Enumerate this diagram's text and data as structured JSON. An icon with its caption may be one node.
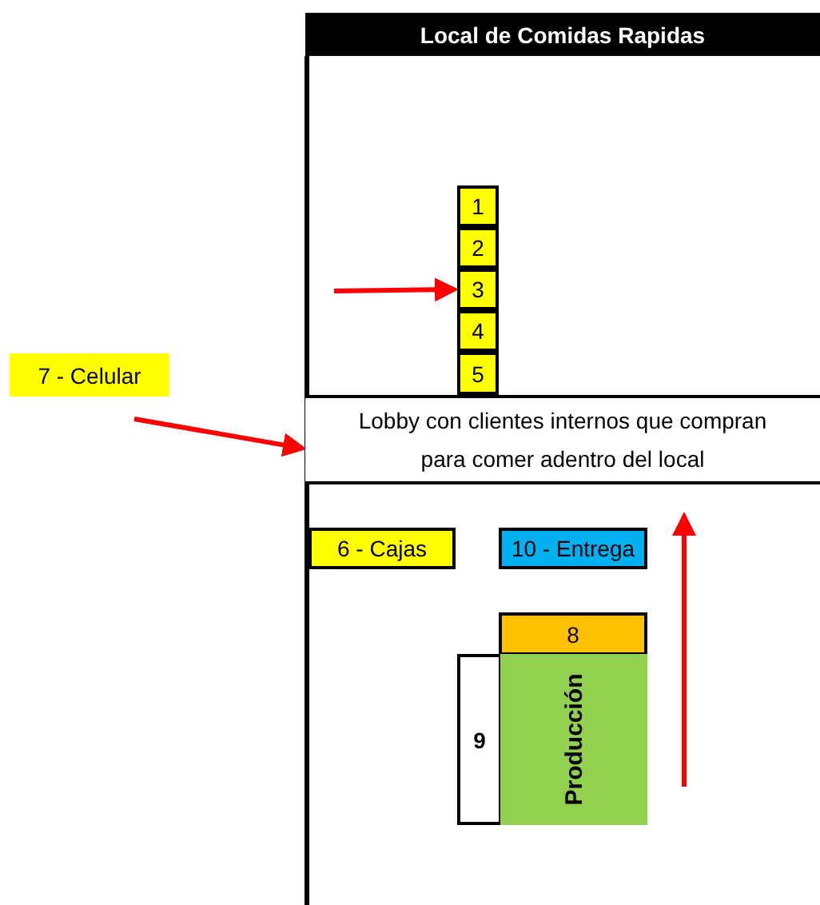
{
  "diagram": {
    "nodes": [
      {
        "text": [
          "Local de Comidas Rapidas"
        ]
      },
      {
        "text": [
          "1"
        ]
      },
      {
        "text": [
          "2"
        ]
      },
      {
        "text": [
          "3"
        ]
      },
      {
        "text": [
          "4"
        ]
      },
      {
        "text": [
          "5"
        ]
      },
      {
        "text": [
          "Lobby con clientes internos que compran para comer adentro del local"
        ]
      },
      {
        "text": [
          "6 - Cajas"
        ]
      },
      {
        "text": [
          "10 - Entrega"
        ]
      },
      {
        "text": [
          "8"
        ]
      },
      {
        "text": [
          "9"
        ]
      },
      {
        "text": [
          "Producción"
        ]
      },
      {
        "text": [
          "7 - Celular"
        ]
      }
    ],
    "edges": [
      {
        "from": null,
        "to": 3,
        "arrow": "to"
      },
      {
        "from": null,
        "to": 6,
        "arrow": "to"
      },
      {
        "from": null,
        "to": 6,
        "arrow": "to"
      }
    ]
  }
}
